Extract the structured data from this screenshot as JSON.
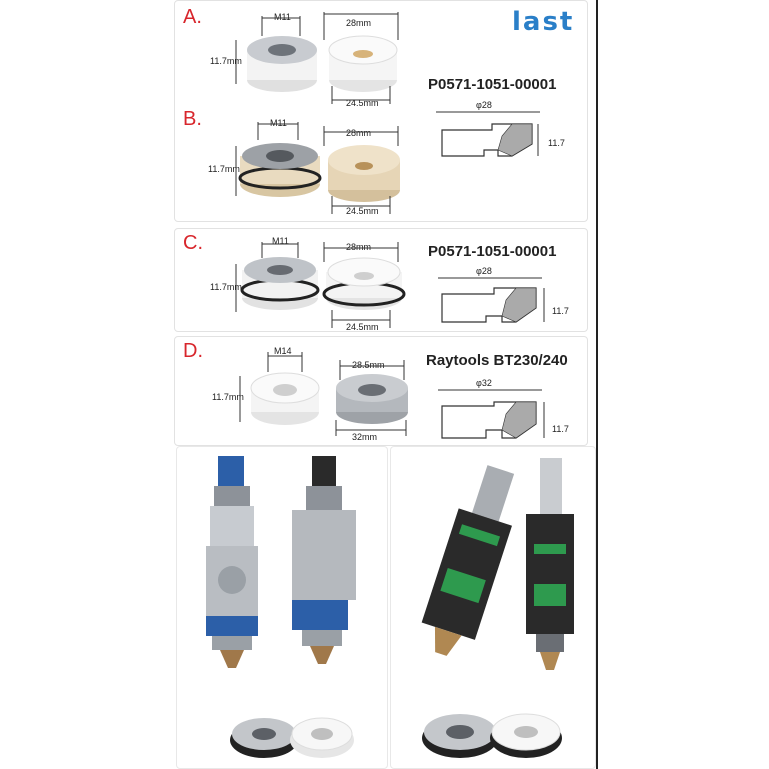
{
  "logo": {
    "text": "last"
  },
  "sections": [
    {
      "letter": "A.",
      "left_width": "M11",
      "left_height": "11.7mm",
      "right_top": "28mm",
      "right_bottom": "24.5mm",
      "part_no": "P0571-1051-00001",
      "drawing_diameter": "φ28",
      "drawing_height": "11.7"
    },
    {
      "letter": "B.",
      "left_width": "M11",
      "left_height": "11.7mm",
      "right_top": "28mm",
      "right_bottom": "24.5mm"
    },
    {
      "letter": "C.",
      "left_width": "M11",
      "left_height": "11.7mm",
      "right_top": "28mm",
      "right_bottom": "24.5mm",
      "part_no": "P0571-1051-00001",
      "drawing_diameter": "φ28",
      "drawing_height": "11.7"
    },
    {
      "letter": "D.",
      "left_width": "M14",
      "left_height": "11.7mm",
      "right_top": "28.5mm",
      "right_bottom": "32mm",
      "part_no": "Raytools BT230/240",
      "drawing_diameter": "φ32",
      "drawing_height": "11.7"
    }
  ],
  "colors": {
    "letter": "#d8262c",
    "logo": "#2a7fc8",
    "ceramic": "#f3f3f3",
    "beige": "#ead9bf",
    "steel": "#b8bcc2",
    "blue": "#2c5fa8",
    "green": "#2e9a4e",
    "black": "#2a2a2a"
  }
}
